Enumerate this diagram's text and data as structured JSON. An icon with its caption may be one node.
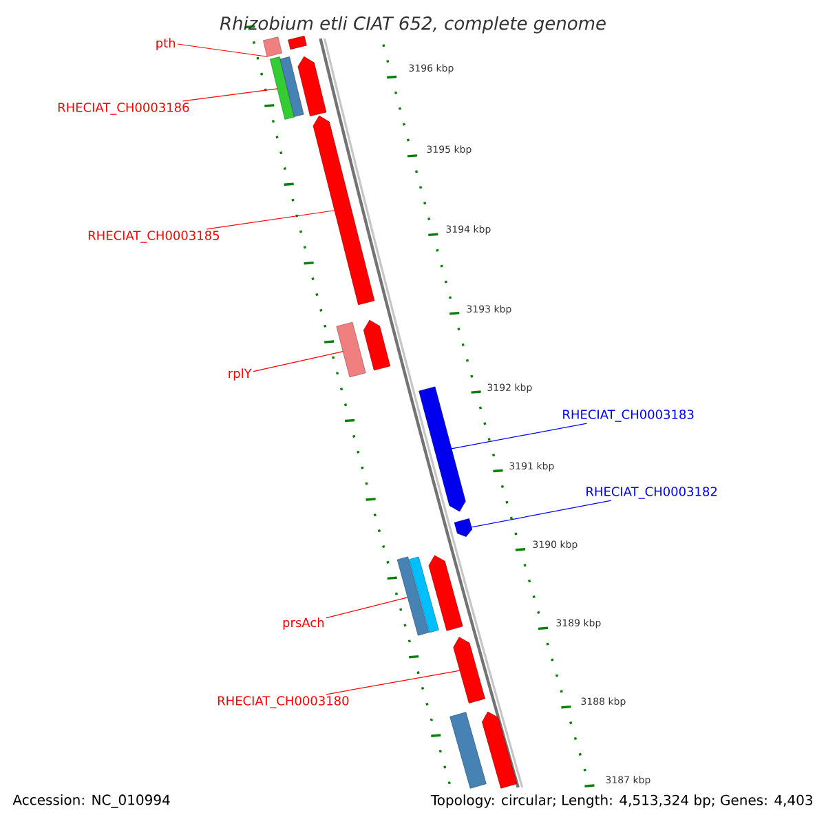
{
  "diagram": {
    "title": "Rhizobium etli CIAT 652, complete genome",
    "nodes": [
      {
        "text": [],
        "shape": "bar"
      },
      {
        "text": [],
        "shape": "bar"
      },
      {
        "text": [],
        "shape": "bar"
      },
      {
        "text": [],
        "shape": "bar"
      },
      {
        "text": [],
        "shape": "bar"
      },
      {
        "text": [],
        "shape": "bar"
      },
      {
        "text": [],
        "shape": "bar"
      },
      {
        "text": [],
        "shape": "bar"
      },
      {
        "text": [],
        "shape": "bar"
      },
      {
        "text": [],
        "shape": "bar"
      },
      {
        "text": [],
        "shape": "bar"
      },
      {
        "text": [],
        "shape": "bar"
      },
      {
        "text": [],
        "shape": "bar"
      },
      {
        "text": [],
        "shape": "bar"
      },
      {
        "text": [],
        "shape": "bar"
      },
      {
        "text": [],
        "shape": "bar"
      },
      {
        "text": [
          "pth"
        ]
      },
      {
        "text": [
          "RHECIAT_CH0003186"
        ]
      },
      {
        "text": [
          "RHECIAT_CH0003185"
        ]
      },
      {
        "text": [
          "rplY"
        ]
      },
      {
        "text": [
          "RHECIAT_CH0003183"
        ]
      },
      {
        "text": [
          "RHECIAT_CH0003182"
        ]
      },
      {
        "text": [
          "prsAch"
        ]
      },
      {
        "text": [
          "RHECIAT_CH0003180"
        ]
      }
    ],
    "edges": [
      {
        "from": 16,
        "to": 0,
        "arrow": "none"
      },
      {
        "from": 17,
        "to": 2,
        "arrow": "none"
      },
      {
        "from": 18,
        "to": 5,
        "arrow": "none"
      },
      {
        "from": 19,
        "to": 6,
        "arrow": "none"
      },
      {
        "from": 20,
        "to": 8,
        "arrow": "none",
        "color": "#0000ff"
      },
      {
        "from": 21,
        "to": 9,
        "arrow": "none",
        "color": "#0000ff"
      },
      {
        "from": 22,
        "to": 10,
        "arrow": "none"
      },
      {
        "from": 23,
        "to": 13,
        "arrow": "none"
      }
    ],
    "labels": [
      "3196 kbp",
      "3195 kbp",
      "3194 kbp",
      "3193 kbp",
      "3192 kbp",
      "3191 kbp",
      "3190 kbp",
      "3189 kbp",
      "3188 kbp",
      "3187 kbp",
      "Accession: NC_010994",
      "Topology: circular; Length: 4,513,324 bp; Genes: 4,403"
    ]
  }
}
